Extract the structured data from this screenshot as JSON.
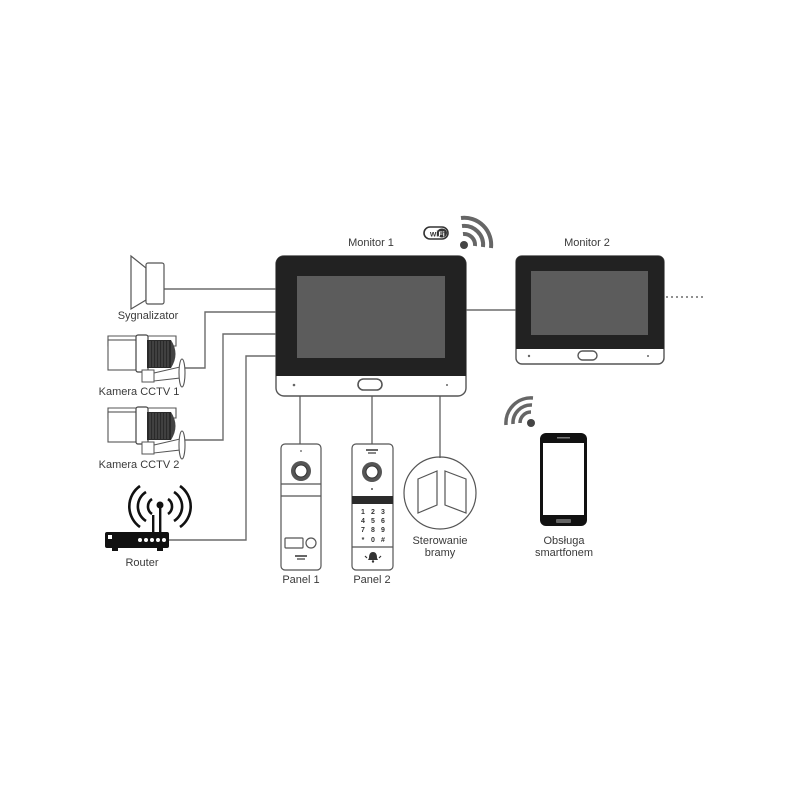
{
  "diagram": {
    "type": "connection-diagram",
    "colors": {
      "wire": "#6b6b6b",
      "outline": "#555555",
      "bezel": "#222222",
      "screen": "#5c5c5c",
      "label": "#3a3a3a",
      "background": "#ffffff"
    },
    "nodes": {
      "monitor1": {
        "label": "Monitor 1"
      },
      "monitor2": {
        "label": "Monitor 2"
      },
      "signaller": {
        "label": "Sygnalizator"
      },
      "camera1": {
        "label": "Kamera CCTV 1"
      },
      "camera2": {
        "label": "Kamera CCTV 2"
      },
      "router": {
        "label": "Router"
      },
      "panel1": {
        "label": "Panel 1"
      },
      "panel2": {
        "label": "Panel 2",
        "keypad": [
          "1",
          "2",
          "3",
          "4",
          "5",
          "6",
          "7",
          "8",
          "9",
          "*",
          "0",
          "#"
        ]
      },
      "gate": {
        "label_line1": "Sterowanie",
        "label_line2": "bramy"
      },
      "smartphone": {
        "label_line1": "Obsługa",
        "label_line2": "smartfonem"
      }
    },
    "badges": {
      "wifi_logo": {
        "text_wi": "wi",
        "text_fi": "Fi"
      }
    },
    "edges": [
      {
        "from": "signaller",
        "to": "monitor1"
      },
      {
        "from": "camera1",
        "to": "monitor1"
      },
      {
        "from": "camera2",
        "to": "monitor1"
      },
      {
        "from": "router",
        "to": "monitor1"
      },
      {
        "from": "monitor1",
        "to": "monitor2"
      },
      {
        "from": "monitor2",
        "to": "more",
        "style": "dotted"
      },
      {
        "from": "monitor1",
        "to": "panel1"
      },
      {
        "from": "monitor1",
        "to": "panel2"
      },
      {
        "from": "monitor1",
        "to": "gate"
      },
      {
        "from": "monitor1",
        "to": "smartphone",
        "style": "wireless"
      }
    ]
  }
}
